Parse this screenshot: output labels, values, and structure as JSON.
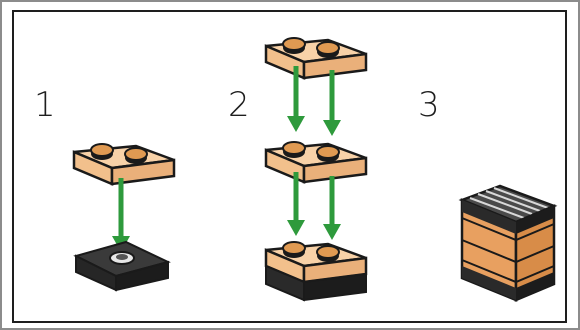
{
  "steps": [
    {
      "number": "1"
    },
    {
      "number": "2"
    },
    {
      "number": "3"
    }
  ],
  "colors": {
    "brick_fill": "#f4c190",
    "brick_stroke": "#1a1a1a",
    "stud_top": "#d98a3a",
    "arrow": "#2e9a3c",
    "black_plate": "#262626",
    "stack_orange": "#e8a060",
    "frame_border": "#1e1e1e"
  }
}
